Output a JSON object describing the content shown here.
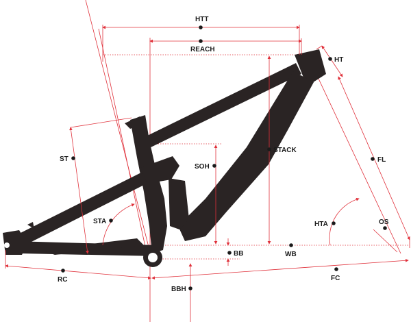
{
  "labels": {
    "htt": "HTT",
    "reach": "REACH",
    "ht": "HT",
    "stack": "STACK",
    "st": "ST",
    "soh": "SOH",
    "fl": "FL",
    "sta": "STA",
    "hta": "HTA",
    "os": "OS",
    "bb": "BB",
    "wb": "WB",
    "rc": "RC",
    "fc": "FC",
    "bbh": "BBH"
  },
  "colors": {
    "dimension_line": "#e0303a",
    "frame": "#2a2424",
    "label": "#1a1a1a"
  }
}
